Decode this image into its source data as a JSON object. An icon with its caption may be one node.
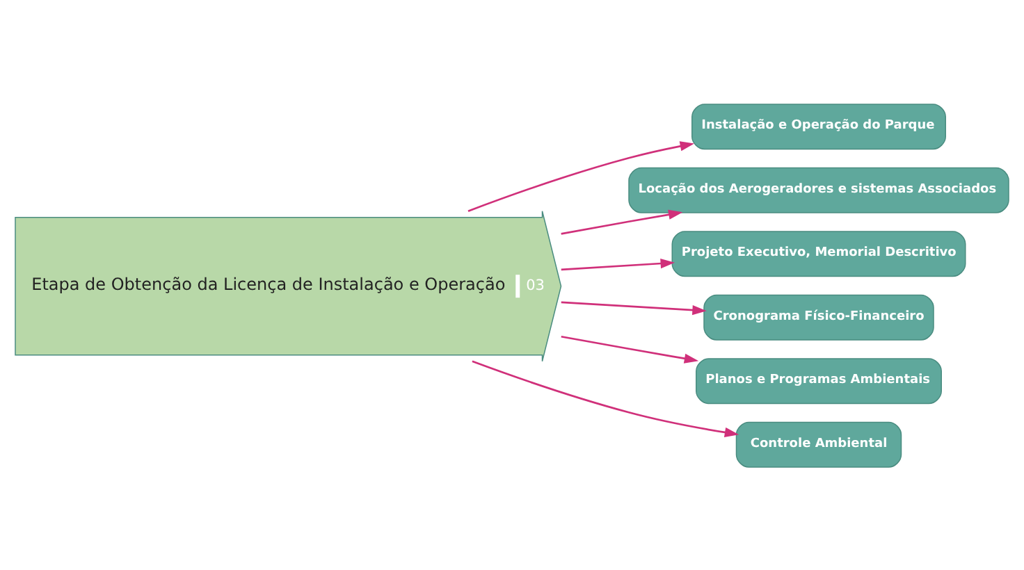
{
  "diagram": {
    "nodes": [
      {
        "text": [
          "Etapa de Obtenção da Licença de Instalação e Operação",
          "03"
        ]
      },
      {
        "text": [
          "Instalação e Operação do Parque"
        ]
      },
      {
        "text": [
          "Locação dos Aerogeradores e sistemas Associados"
        ]
      },
      {
        "text": [
          "Projeto Executivo, Memorial Descritivo"
        ]
      },
      {
        "text": [
          "Cronograma Físico-Financeiro"
        ]
      },
      {
        "text": [
          "Planos e Programas Ambientais"
        ]
      },
      {
        "text": [
          "Controle Ambiental"
        ]
      }
    ],
    "edges": [
      {
        "from": 0,
        "to": 1,
        "arrow": "to"
      },
      {
        "from": 0,
        "to": 2,
        "arrow": "to"
      },
      {
        "from": 0,
        "to": 3,
        "arrow": "to"
      },
      {
        "from": 0,
        "to": 4,
        "arrow": "to"
      },
      {
        "from": 0,
        "to": 5,
        "arrow": "to"
      },
      {
        "from": 0,
        "to": 6,
        "arrow": "to"
      }
    ]
  }
}
